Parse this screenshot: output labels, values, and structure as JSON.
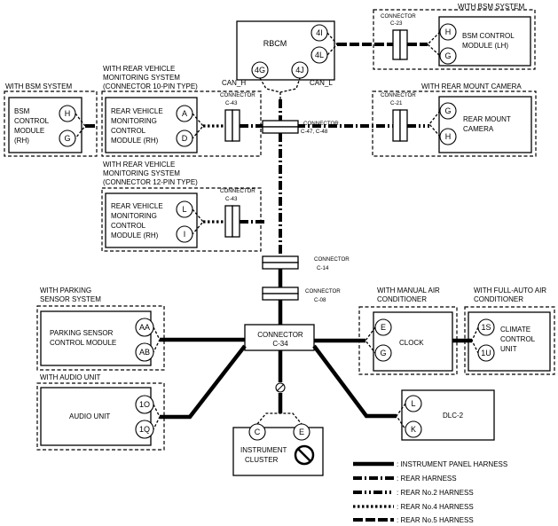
{
  "modules": {
    "rbcm": {
      "name": "RBCM",
      "pins": [
        "4I",
        "4L",
        "4G",
        "4J"
      ]
    },
    "bsm_lh": {
      "group": "WITH BSM SYSTEM",
      "name": [
        "BSM CONTROL",
        "MODULE (LH)"
      ],
      "pins": [
        "H",
        "G"
      ]
    },
    "bsm_rh": {
      "group": "WITH BSM SYSTEM",
      "name": [
        "BSM",
        "CONTROL",
        "MODULE",
        "(RH)"
      ],
      "pins": [
        "H",
        "G"
      ]
    },
    "rvm_10": {
      "group": [
        "WITH REAR VEHICLE",
        "MONITORING SYSTEM",
        "(CONNECTOR 10-PIN TYPE)"
      ],
      "name": [
        "REAR VEHICLE",
        "MONITORING",
        "CONTROL",
        "MODULE (RH)"
      ],
      "pins": [
        "A",
        "D"
      ]
    },
    "rvm_12": {
      "group": [
        "WITH REAR VEHICLE",
        "MONITORING SYSTEM",
        "(CONNECTOR 12-PIN TYPE)"
      ],
      "name": [
        "REAR VEHICLE",
        "MONITORING",
        "CONTROL",
        "MODULE (RH)"
      ],
      "pins": [
        "L",
        "I"
      ]
    },
    "camera": {
      "group": "WITH REAR MOUNT CAMERA",
      "name": [
        "REAR MOUNT",
        "CAMERA"
      ],
      "pins": [
        "G",
        "H"
      ]
    },
    "parking": {
      "group": [
        "WITH PARKING",
        "SENSOR SYSTEM"
      ],
      "name": [
        "PARKING SENSOR",
        "CONTROL MODULE"
      ],
      "pins": [
        "AA",
        "AB"
      ]
    },
    "audio": {
      "group": "WITH AUDIO UNIT",
      "name": "AUDIO UNIT",
      "pins": [
        "1O",
        "1Q"
      ]
    },
    "clock": {
      "group": [
        "WITH MANUAL AIR",
        "CONDITIONER"
      ],
      "name": "CLOCK",
      "pins": [
        "E",
        "G"
      ]
    },
    "climate": {
      "group": [
        "WITH FULL-AUTO AIR",
        "CONDITIONER"
      ],
      "name": [
        "CLIMATE",
        "CONTROL",
        "UNIT"
      ],
      "pins": [
        "1S",
        "1U"
      ]
    },
    "dlc": {
      "name": "DLC-2",
      "pins": [
        "L",
        "K"
      ]
    },
    "cluster": {
      "name": [
        "INSTRUMENT",
        "CLUSTER"
      ],
      "pins": [
        "C",
        "E"
      ]
    }
  },
  "connectors": {
    "c23": [
      "CONNECTOR",
      "C-23"
    ],
    "c43a": [
      "CONNECTOR",
      "C-43"
    ],
    "c21": [
      "CONNECTOR",
      "C-21"
    ],
    "c43b": [
      "CONNECTOR",
      "C-43"
    ],
    "c47": [
      "CONNECTOR",
      "C-47, C-48"
    ],
    "c14": [
      "CONNECTOR",
      "C-14"
    ],
    "c08": [
      "CONNECTOR",
      "C-08"
    ],
    "c34": [
      "CONNECTOR",
      "C-34"
    ]
  },
  "bus": {
    "can_h": "CAN_H",
    "can_l": "CAN_L"
  },
  "legend": [
    ": INSTRUMENT PANEL HARNESS",
    ": REAR HARNESS",
    ": REAR No.2 HARNESS",
    ": REAR No.4 HARNESS",
    ": REAR No.5 HARNESS"
  ]
}
